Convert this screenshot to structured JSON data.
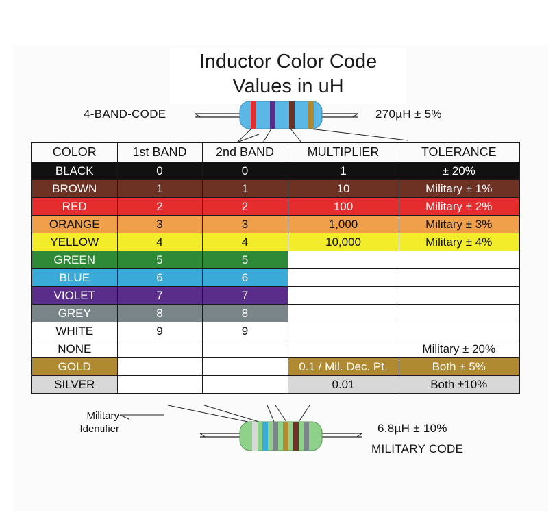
{
  "title": {
    "line1": "Inductor Color Code",
    "line2": "Values in uH"
  },
  "top_label": "4-BAND-CODE",
  "top_value": "270µH ± 5%",
  "bottom_left_label": {
    "line1": "Military",
    "line2": "Identifier"
  },
  "bottom_value": "6.8µH ± 10%",
  "bottom_code": "MILITARY CODE",
  "headers": [
    "COLOR",
    "1st BAND",
    "2nd BAND",
    "MULTIPLIER",
    "TOLERANCE"
  ],
  "rows": [
    {
      "color": "BLACK",
      "bg": "#111111",
      "fg": "#ffffff",
      "band1": "0",
      "band2": "0",
      "mult": "1",
      "tol": "± 20%"
    },
    {
      "color": "BROWN",
      "bg": "#6e3224",
      "fg": "#ffffff",
      "band1": "1",
      "band2": "1",
      "mult": "10",
      "tol": "Military ± 1%"
    },
    {
      "color": "RED",
      "bg": "#e52d2d",
      "fg": "#ffffff",
      "band1": "2",
      "band2": "2",
      "mult": "100",
      "tol": "Military ± 2%"
    },
    {
      "color": "ORANGE",
      "bg": "#f0a04a",
      "fg": "#111111",
      "band1": "3",
      "band2": "3",
      "mult": "1,000",
      "tol": "Military ± 3%"
    },
    {
      "color": "YELLOW",
      "bg": "#f2ec2a",
      "fg": "#111111",
      "band1": "4",
      "band2": "4",
      "mult": "10,000",
      "tol": "Military ± 4%"
    },
    {
      "color": "GREEN",
      "bg": "#2e8a36",
      "fg": "#ffffff",
      "band1": "5",
      "band2": "5",
      "mult": "",
      "tol": ""
    },
    {
      "color": "BLUE",
      "bg": "#3aaad8",
      "fg": "#ffffff",
      "band1": "6",
      "band2": "6",
      "mult": "",
      "tol": ""
    },
    {
      "color": "VIOLET",
      "bg": "#5a2d8a",
      "fg": "#ffffff",
      "band1": "7",
      "band2": "7",
      "mult": "",
      "tol": ""
    },
    {
      "color": "GREY",
      "bg": "#7a858a",
      "fg": "#ffffff",
      "band1": "8",
      "band2": "8",
      "mult": "",
      "tol": ""
    },
    {
      "color": "WHITE",
      "bg": "#ffffff",
      "fg": "#111111",
      "band1": "9",
      "band2": "9",
      "mult": "",
      "tol": ""
    },
    {
      "color": "NONE",
      "bg": "#ffffff",
      "fg": "#111111",
      "band1": "",
      "band2": "",
      "mult": "",
      "tol": "Military ± 20%"
    },
    {
      "color": "GOLD",
      "bg": "#b08a30",
      "fg": "#ffffff",
      "band1": "",
      "band2": "",
      "mult": "0.1 / Mil. Dec. Pt.",
      "tol": "Both ± 5%"
    },
    {
      "color": "SILVER",
      "bg": "#d8d8d8",
      "fg": "#111111",
      "band1": "",
      "band2": "",
      "mult": "0.01",
      "tol": "Both ±10%"
    }
  ],
  "colored_cells": {
    "BLACK": {
      "band": true,
      "mult": true,
      "tol": true
    },
    "BROWN": {
      "band": true,
      "mult": true,
      "tol": true
    },
    "RED": {
      "band": true,
      "mult": true,
      "tol": true
    },
    "ORANGE": {
      "band": true,
      "mult": true,
      "tol": true
    },
    "YELLOW": {
      "band": true,
      "mult": true,
      "tol": true
    },
    "GREEN": {
      "band": true,
      "mult": false,
      "tol": false
    },
    "BLUE": {
      "band": true,
      "mult": false,
      "tol": false
    },
    "VIOLET": {
      "band": true,
      "mult": false,
      "tol": false
    },
    "GREY": {
      "band": true,
      "mult": false,
      "tol": false
    },
    "WHITE": {
      "band": false,
      "mult": false,
      "tol": false
    },
    "NONE": {
      "band": false,
      "mult": false,
      "tol": false
    },
    "GOLD": {
      "band": false,
      "mult": true,
      "tol": true
    },
    "SILVER": {
      "band": false,
      "mult": true,
      "tol": true
    }
  },
  "top_inductor_bands": [
    "#e52d2d",
    "#5a2d8a",
    "#6e3224",
    "#b08a30"
  ],
  "bottom_inductor_bands": [
    "#d8d8d8",
    "#3aaad8",
    "#7a858a",
    "#b08a30",
    "#6e3224",
    "#7a858a"
  ],
  "inductor_body_color": "#5bb8e6"
}
